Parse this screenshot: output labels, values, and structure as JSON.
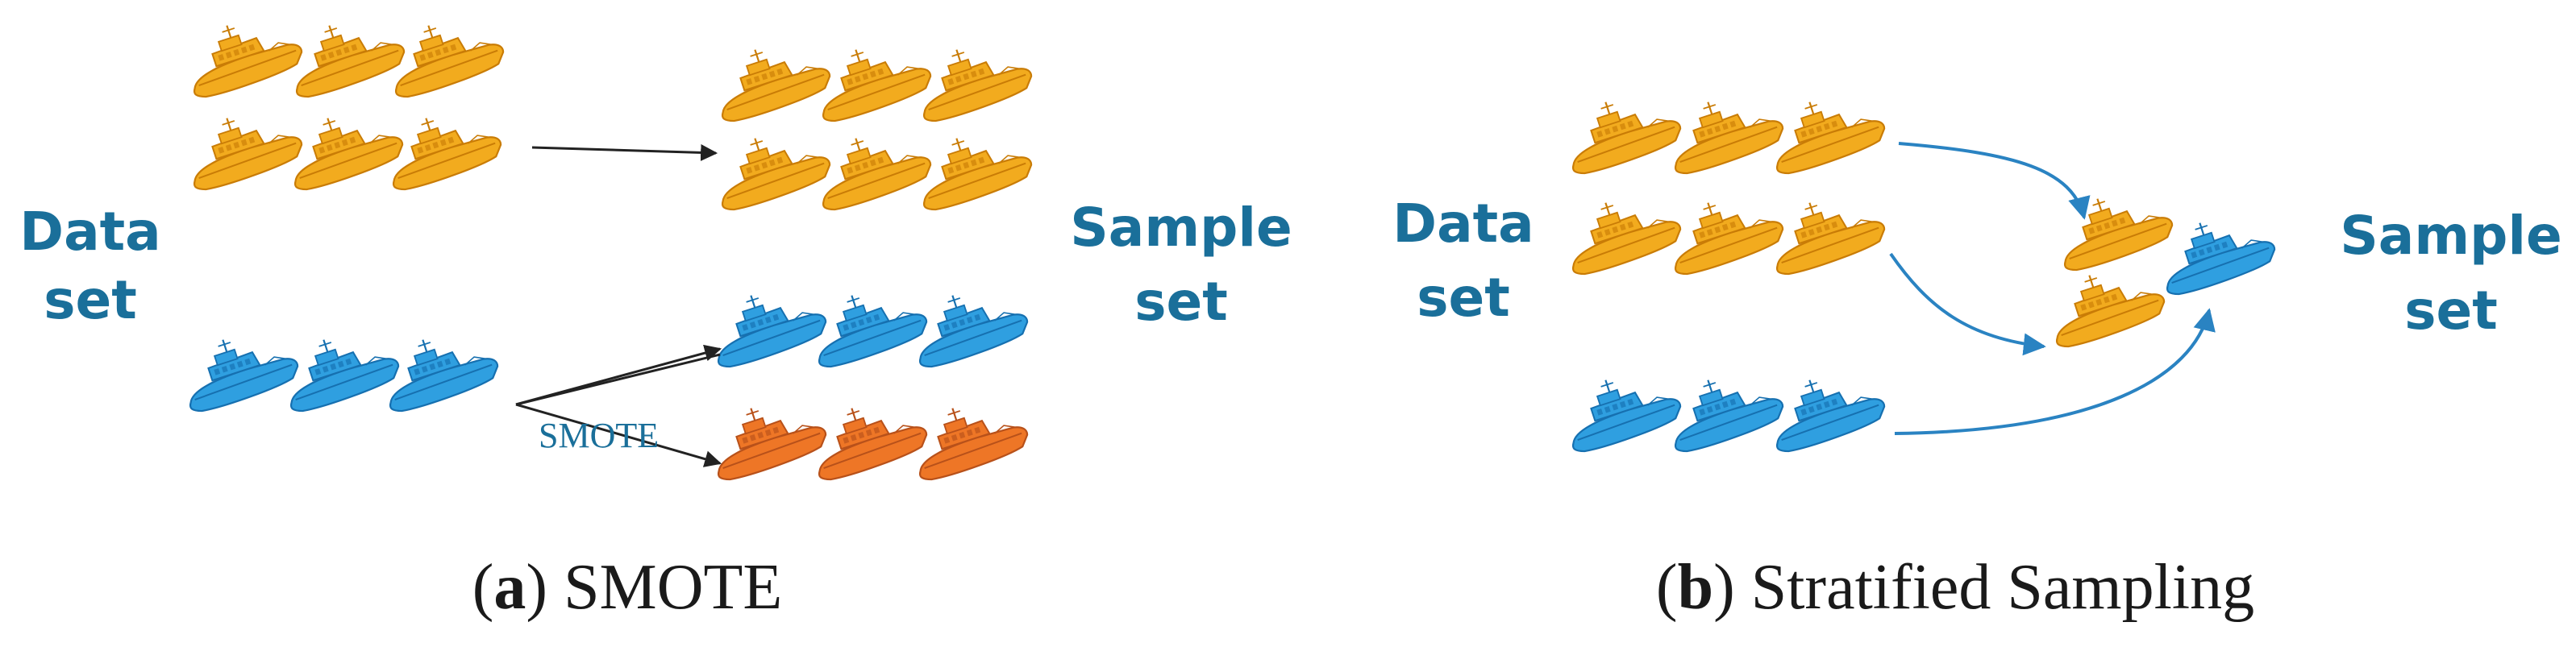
{
  "panel_a": {
    "left_label": [
      "Data",
      "set"
    ],
    "right_label": [
      "Sample",
      "set"
    ],
    "arrow_text": "SMOTE",
    "caption_letter": "a",
    "caption_text": "SMOTE"
  },
  "panel_b": {
    "left_label": [
      "Data",
      "set"
    ],
    "right_label": [
      "Sample",
      "set"
    ],
    "caption_letter": "b",
    "caption_text": "Stratified Sampling"
  },
  "colors": {
    "label_blue": "#1a6f9a",
    "ship_yellow": "#f2ab1e",
    "ship_yellow_dark": "#c97c06",
    "ship_blue": "#2f9fe0",
    "ship_blue_dark": "#1670b0",
    "ship_orange": "#ee7626",
    "ship_orange_dark": "#b8511a",
    "arrow_black": "#222222",
    "arrow_blue": "#2a83c2"
  },
  "icons": [
    "ship-icon",
    "arrow-icon"
  ]
}
